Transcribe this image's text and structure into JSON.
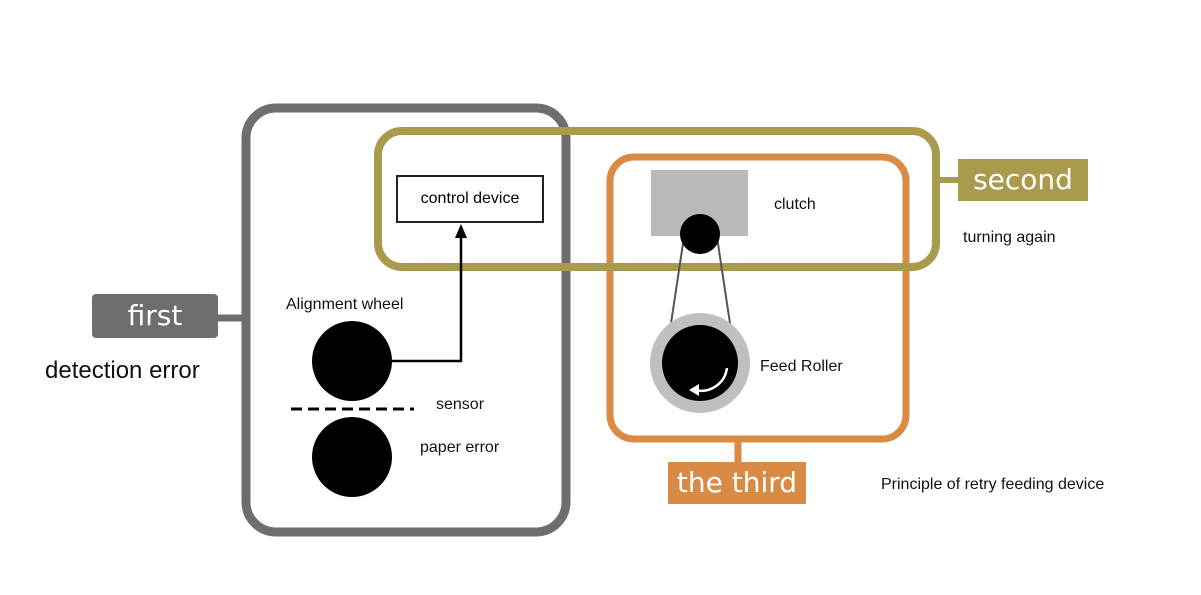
{
  "labels": {
    "first": "first",
    "detection_error": "detection error",
    "second": "second",
    "turning_again": "turning again",
    "the_third": "the third",
    "control_device": "control device",
    "clutch": "clutch",
    "alignment_wheel": "Alignment wheel",
    "sensor": "sensor",
    "paper_error": "paper error",
    "feed_roller": "Feed Roller",
    "caption": "Principle of retry feeding device"
  },
  "colors": {
    "first_group": "#6e6e6e",
    "second_group": "#a99a4e",
    "third_group": "#d98a45",
    "clutch_block": "#b9b9b9",
    "roller_halo": "#bfbfbf",
    "ink": "#000000"
  }
}
